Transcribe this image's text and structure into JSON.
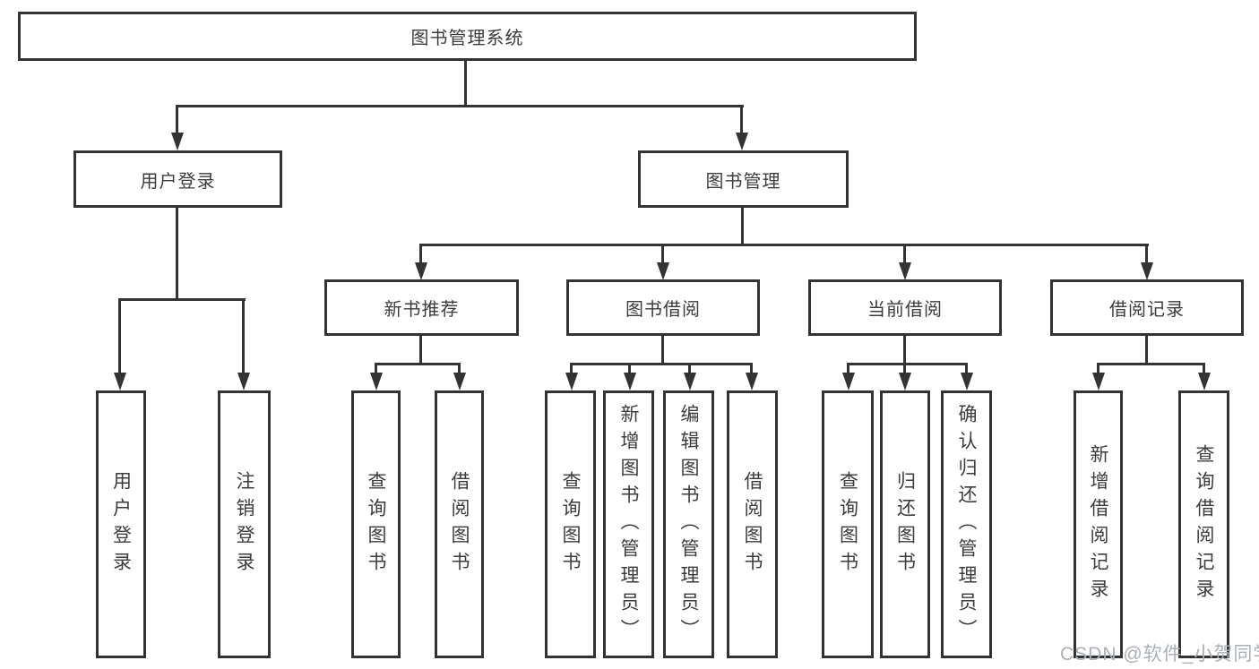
{
  "diagram": {
    "title": "图书管理系统",
    "type": "hierarchy-tree"
  },
  "nodes": {
    "root": "图书管理系统",
    "user_login": "用户登录",
    "book_mgmt": "图书管理",
    "new_book_rec": "新书推荐",
    "book_borrow": "图书借阅",
    "current_borrow": "当前借阅",
    "borrow_records": "借阅记录",
    "leaf_user_login": "用户登录",
    "leaf_logout": "注销登录",
    "rec_query_book": "查询图书",
    "rec_borrow_book": "借阅图书",
    "bb_query_book": "查询图书",
    "bb_add_book": "新增图书（管理员）",
    "bb_edit_book": "编辑图书（管理员）",
    "bb_borrow_book": "借阅图书",
    "cb_query_book": "查询图书",
    "cb_return_book": "归还图书",
    "cb_confirm_return": "确认归还（管理员）",
    "br_add_record": "新增借阅记录",
    "br_query_record": "查询借阅记录"
  },
  "hierarchy": {
    "图书管理系统": {
      "用户登录": [
        "用户登录",
        "注销登录"
      ],
      "图书管理": {
        "新书推荐": [
          "查询图书",
          "借阅图书"
        ],
        "图书借阅": [
          "查询图书",
          "新增图书（管理员）",
          "编辑图书（管理员）",
          "借阅图书"
        ],
        "当前借阅": [
          "查询图书",
          "归还图书",
          "确认归还（管理员）"
        ],
        "借阅记录": [
          "新增借阅记录",
          "查询借阅记录"
        ]
      }
    }
  },
  "watermark": "CSDN @软件_小贺同学",
  "colors": {
    "line": "#333333",
    "text": "#3c3c3c",
    "background": "#ffffff",
    "watermark": "#aab0b6"
  }
}
